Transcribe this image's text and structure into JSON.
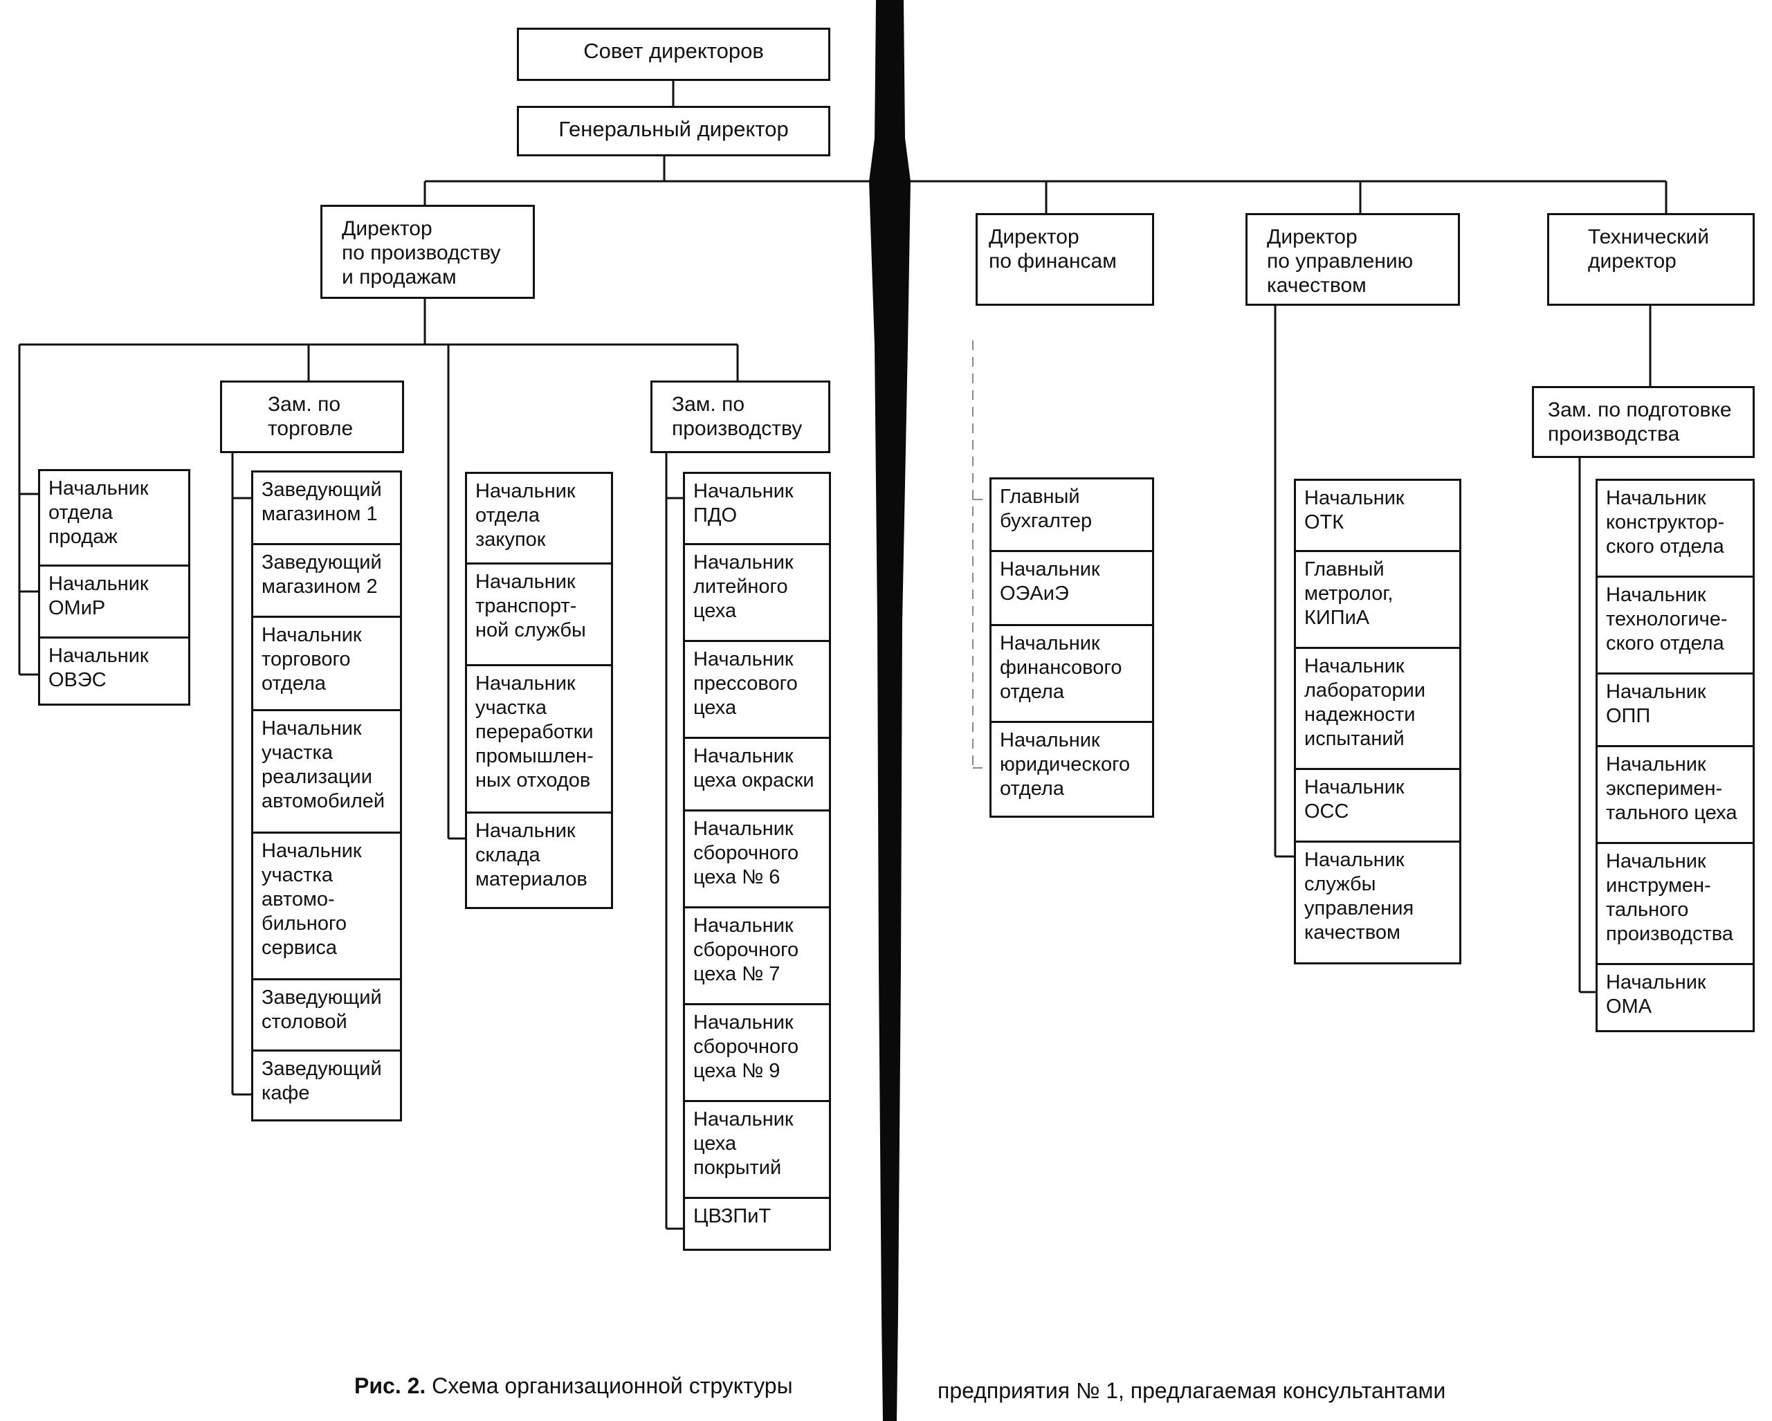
{
  "board": "Совет директоров",
  "ceo": "Генеральный директор",
  "directors": {
    "production_sales": "Директор\nпо производству\nи продажам",
    "finance": "Директор\nпо финансам",
    "quality": "Директор\nпо управлению\nкачеством",
    "technical": "Технический\nдиректор"
  },
  "deputies": {
    "trade": "Зам. по\nторговле",
    "production": "Зам. по\nпроизводству",
    "prep": "Зам. по подготовке\nпроизводства"
  },
  "units": {
    "sales_direct": [
      "Начальник\nотдела\nпродаж",
      "Начальник\nОМиР",
      "Начальник\nОВЭС"
    ],
    "trade": [
      "Заведующий\nмагазином 1",
      "Заведующий\nмагазином 2",
      "Начальник\nторгового\nотдела",
      "Начальник\nучастка\nреализации\nавтомобилей",
      "Начальник\nучастка\nавтомо-\nбильного\nсервиса",
      "Заведующий\nстоловой",
      "Заведующий\nкафе"
    ],
    "purchasing": [
      "Начальник\nотдела\nзакупок",
      "Начальник\nтранспорт-\nной службы",
      "Начальник\nучастка\nпереработки\nпромышлен-\nных отходов",
      "Начальник\nсклада\nматериалов"
    ],
    "production": [
      "Начальник\nПДО",
      "Начальник\nлитейного\nцеха",
      "Начальник\nпрессового\nцеха",
      "Начальник\nцеха окраски",
      "Начальник\nсборочного\nцеха № 6",
      "Начальник\nсборочного\nцеха № 7",
      "Начальник\nсборочного\nцеха № 9",
      "Начальник\nцеха\nпокрытий",
      "ЦВЗПиТ"
    ],
    "finance": [
      "Главный\nбухгалтер",
      "Начальник\nОЭАиЭ",
      "Начальник\nфинансового\nотдела",
      "Начальник\nюридического\nотдела"
    ],
    "quality": [
      "Начальник\nОТК",
      "Главный\nметролог,\nКИПиА",
      "Начальник\nлаборатории\nнадежности\nиспытаний",
      "Начальник\nОСС",
      "Начальник\nслужбы\nуправления\nкачеством"
    ],
    "technical": [
      "Начальник\nконструктор-\nского отдела",
      "Начальник\nтехнологиче-\nского отдела",
      "Начальник\nОПП",
      "Начальник\nэксперимен-\nтального цеха",
      "Начальник\nинструмен-\nтального\nпроизводства",
      "Начальник\nОМА"
    ]
  },
  "caption": {
    "label": "Рис. 2.",
    "text_left": "Схема организационной структуры",
    "text_right": "предприятия № 1, предлагаемая консультантами"
  }
}
